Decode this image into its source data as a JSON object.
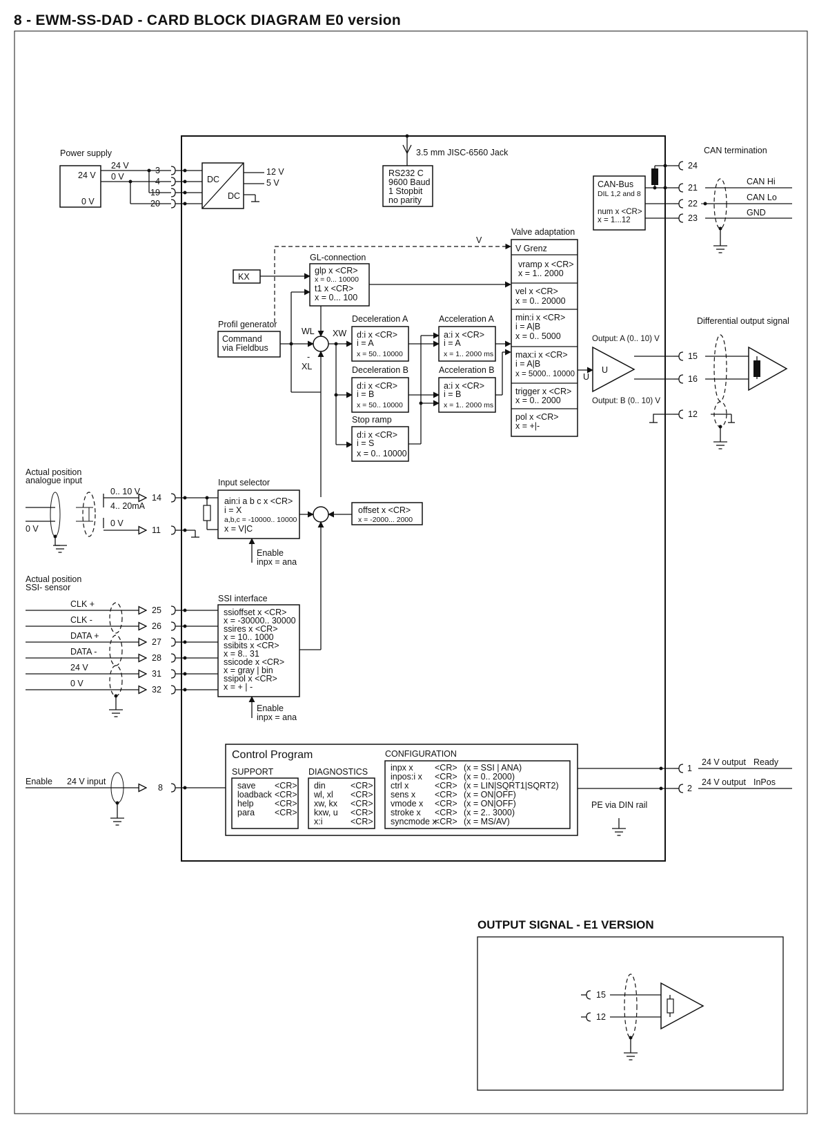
{
  "title": "8 - EWM-SS-DAD  - CARD BLOCK DIAGRAM  E0 version",
  "colors": {
    "line": "#111111",
    "background": "#ffffff"
  },
  "power": {
    "label": "Power supply",
    "v24_box": "24 V",
    "v0_box": "0 V",
    "line24": "24 V",
    "line0": "0 V",
    "pins": [
      "3",
      "4",
      "19",
      "20"
    ],
    "dc1": "DC",
    "dc2": "DC",
    "out12": "12 V",
    "out5": "5 V"
  },
  "jack": {
    "label": "3.5 mm JISC-6560 Jack",
    "lines": [
      "RS232 C",
      "9600 Baud",
      "1 Stopbit",
      "no parity"
    ]
  },
  "can": {
    "termination": "CAN termination",
    "box": [
      "CAN-Bus",
      "DIL 1,2 and 8",
      "num x <CR>",
      "x = 1...12"
    ],
    "pins": [
      "24",
      "21",
      "22",
      "23"
    ],
    "signals": [
      "CAN Hi",
      "CAN Lo",
      "GND"
    ]
  },
  "gl": {
    "title": "GL-connection",
    "lines": [
      "glp x <CR>",
      "x = 0... 10000",
      "t1 x <CR>",
      "x = 0...  100"
    ]
  },
  "kx": "KX",
  "v_label": "V",
  "profil": {
    "title": "Profil generator",
    "lines": [
      "Command",
      "via Fieldbus"
    ]
  },
  "summing": {
    "wl": "WL",
    "xw": "XW",
    "minus": "-",
    "xl": "XL"
  },
  "decel_a": {
    "title": "Deceleration A",
    "lines": [
      "d:i x <CR>",
      "i = A",
      "x = 50.. 10000"
    ]
  },
  "decel_b": {
    "title": "Deceleration B",
    "lines": [
      "d:i x <CR>",
      "i = B",
      "x = 50.. 10000"
    ]
  },
  "stop": {
    "title": "Stop ramp",
    "lines": [
      "d:i x <CR>",
      "i = S",
      "x = 0.. 10000"
    ]
  },
  "accel_a": {
    "title": "Acceleration A",
    "lines": [
      "a:i x <CR>",
      "i = A",
      "x = 1.. 2000 ms"
    ]
  },
  "accel_b": {
    "title": "Acceleration B",
    "lines": [
      "a:i x <CR>",
      "i = B",
      "x = 1.. 2000 ms"
    ]
  },
  "valve": {
    "title": "Valve adaptation",
    "vgrenz": "V Grenz",
    "vramp": [
      "vramp x <CR>",
      "x = 1..  2000"
    ],
    "vel": [
      "vel x <CR>",
      "x = 0.. 20000"
    ],
    "min": [
      "min:i x <CR>",
      "i = A|B",
      "x = 0.. 5000"
    ],
    "max": [
      "max:i x <CR>",
      "i = A|B",
      "x = 5000.. 10000"
    ],
    "trigger": [
      "trigger x <CR>",
      "x = 0.. 2000"
    ],
    "pol": [
      "pol x <CR>",
      "x = +|-"
    ]
  },
  "output": {
    "out_a": "Output: A (0.. 10) V",
    "out_b": "Output: B (0.. 10) V",
    "u_in": "U",
    "u_amp": "U",
    "diff": "Differential output signal",
    "pins": [
      "15",
      "16",
      "12"
    ]
  },
  "analog": {
    "title1": "Actual position",
    "title2": "analogue input",
    "sig1": "0.. 10 V",
    "sig2": "4.. 20mA",
    "sig3": "0 V",
    "left0v": "0 V",
    "pins": [
      "14",
      "11"
    ]
  },
  "input_sel": {
    "title": "Input selector",
    "lines": [
      "ain:i a b c x <CR>",
      "i = X",
      "a,b,c = -10000.. 10000",
      "x = V|C"
    ],
    "enable": [
      "Enable",
      "inpx = ana"
    ]
  },
  "offset": [
    "offset x <CR>",
    "x = -2000...  2000"
  ],
  "ssi": {
    "title1": "Actual position",
    "title2": "SSI- sensor",
    "signals": [
      "CLK +",
      "CLK -",
      "DATA +",
      "DATA -",
      "24 V",
      "0 V"
    ],
    "pins": [
      "25",
      "26",
      "27",
      "28",
      "31",
      "32"
    ],
    "box_title": "SSI interface",
    "lines": [
      "ssioffset x <CR>",
      "x = -30000.. 30000",
      "ssires x <CR>",
      "x = 10.. 1000",
      "ssibits x <CR>",
      "x = 8..  31",
      "ssicode x <CR>",
      "x = gray | bin",
      "ssipol x <CR>",
      "x = + | -"
    ],
    "enable": [
      "Enable",
      "inpx = ana"
    ]
  },
  "enable_in": {
    "label": "Enable",
    "sig": "24 V input",
    "pin": "8"
  },
  "control": {
    "title": "Control Program",
    "support": {
      "title": "SUPPORT",
      "cmds": [
        "save",
        "loadback",
        "help",
        "para"
      ],
      "cr": [
        "<CR>",
        "<CR>",
        "<CR>",
        "<CR>"
      ]
    },
    "diag": {
      "title": "DIAGNOSTICS",
      "cmds": [
        "din",
        "wl, xl",
        "xw, kx",
        "kxw, u",
        "x:i"
      ],
      "cr": [
        "<CR>",
        "<CR>",
        "<CR>",
        "<CR>",
        "<CR>"
      ]
    },
    "config": {
      "title": "CONFIGURATION",
      "cmds": [
        "inpx x",
        "inpos:i x",
        "ctrl x",
        "sens x",
        "vmode x",
        "stroke x",
        "syncmode x"
      ],
      "cr": [
        "<CR>",
        "<CR>",
        "<CR>",
        "<CR>",
        "<CR>",
        "<CR>",
        "<CR>"
      ],
      "vals": [
        "(x = SSI | ANA)",
        "(x = 0.. 2000)",
        "(x = LIN|SQRT1|SQRT2)",
        "(x = ON|OFF)",
        "(x = ON|OFF)",
        "(x = 2.. 3000)",
        "(x = MS/AV)"
      ]
    },
    "pe": "PE via DIN rail"
  },
  "digital_out": {
    "pins": [
      "1",
      "2"
    ],
    "labels": [
      "24 V output",
      "24 V output"
    ],
    "names": [
      "Ready",
      "InPos"
    ]
  },
  "e1": {
    "title": "OUTPUT SIGNAL - E1 VERSION",
    "pins": [
      "15",
      "12"
    ]
  }
}
